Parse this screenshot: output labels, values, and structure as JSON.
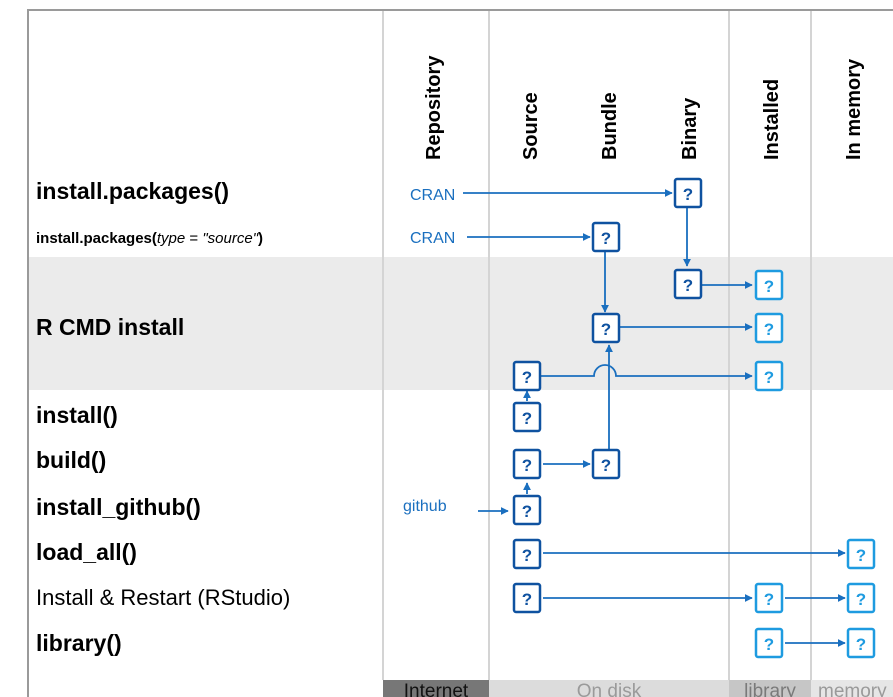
{
  "columns": [
    "Repository",
    "Source",
    "Bundle",
    "Binary",
    "Installed",
    "In memory"
  ],
  "rows": [
    {
      "label": "install.packages()"
    },
    {
      "label": "install.packages(",
      "arg": "type",
      "eq": " = ",
      "value": "\"source\"",
      "close": ")"
    },
    {
      "label": "R CMD install"
    },
    {
      "label": "install()"
    },
    {
      "label": "build()"
    },
    {
      "label": "install_github()"
    },
    {
      "label": "load_all()"
    },
    {
      "label": "Install & Restart (RStudio)"
    },
    {
      "label": "library()"
    }
  ],
  "sources": {
    "cran": "CRAN",
    "github": "github"
  },
  "unknown_marker": "?",
  "footer": [
    "Internet",
    "On disk",
    "library",
    "memory"
  ],
  "colors": {
    "arrow": "#1a6fbf",
    "box_dark": "#0f52a0",
    "box_light": "#1e9be0",
    "band": "#ebebeb",
    "grid": "#d4d4d4",
    "footer_internet": "#777777",
    "footer_disk": "#dcdcdc",
    "footer_library": "#c6c6c6",
    "footer_memory": "#e6e6e6"
  }
}
